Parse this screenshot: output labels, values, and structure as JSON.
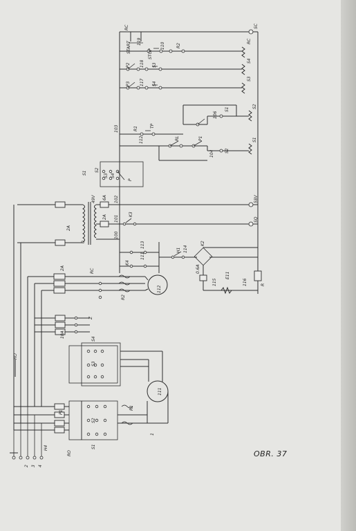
{
  "figure": {
    "caption": "OBR. 37"
  },
  "labels": {
    "rc_top": "RC",
    "start": "START",
    "stop": "STOP",
    "n110": "110",
    "n119": "119",
    "r2": "R2",
    "p2": "P2",
    "n118": "118",
    "s3": "S3",
    "p3": "P3",
    "n117": "117",
    "s4": "S4",
    "rc_coil": "RC",
    "s4_coil": "S4",
    "s3_coil": "S3",
    "sc": "SC",
    "s1_top": "S1",
    "s2_top": "S2",
    "n106": "106",
    "n103": "103",
    "r1_mid": "R1",
    "tp": "TP",
    "rl": "RL",
    "p1": "P1",
    "s2_mid": "S2",
    "s1_mid": "S1",
    "n104": "104",
    "n112": "112",
    "s1_left": "S1",
    "s2_left": "S2",
    "s3_left": "S3",
    "s4_left": "S4",
    "p_left": "P",
    "v49": "49V",
    "a6": "6A",
    "n102": "102",
    "v58": "58V",
    "a2": "2A",
    "n101": "101",
    "k3": "K3",
    "sq": "SQ",
    "n0": "0",
    "n100": "100",
    "n113": "113",
    "n111": "111",
    "n114": "114",
    "k4": "K4",
    "h1": "H1",
    "k2": "K2",
    "n115": "115",
    "e11": "E11",
    "n116": "116",
    "a06": "0.6A",
    "r_res": "R",
    "tr_2a": "2A",
    "rc_mid": "RC",
    "fuse_2a": "2A",
    "m112": "112",
    "r2_mid": "R2",
    "z_lbl": "Z",
    "fuse_10a": "10A",
    "s4_bot": "S4",
    "s3_bot": "S3",
    "m111": "111",
    "s2_bot": "S2",
    "s1_bot": "S1",
    "r1_bot": "R1",
    "p1_bot": "P1",
    "ro_top": "RO",
    "ro_bot": "RO",
    "h4": "H4",
    "n1": "1",
    "n2": "2",
    "n3": "3",
    "n4": "4"
  }
}
